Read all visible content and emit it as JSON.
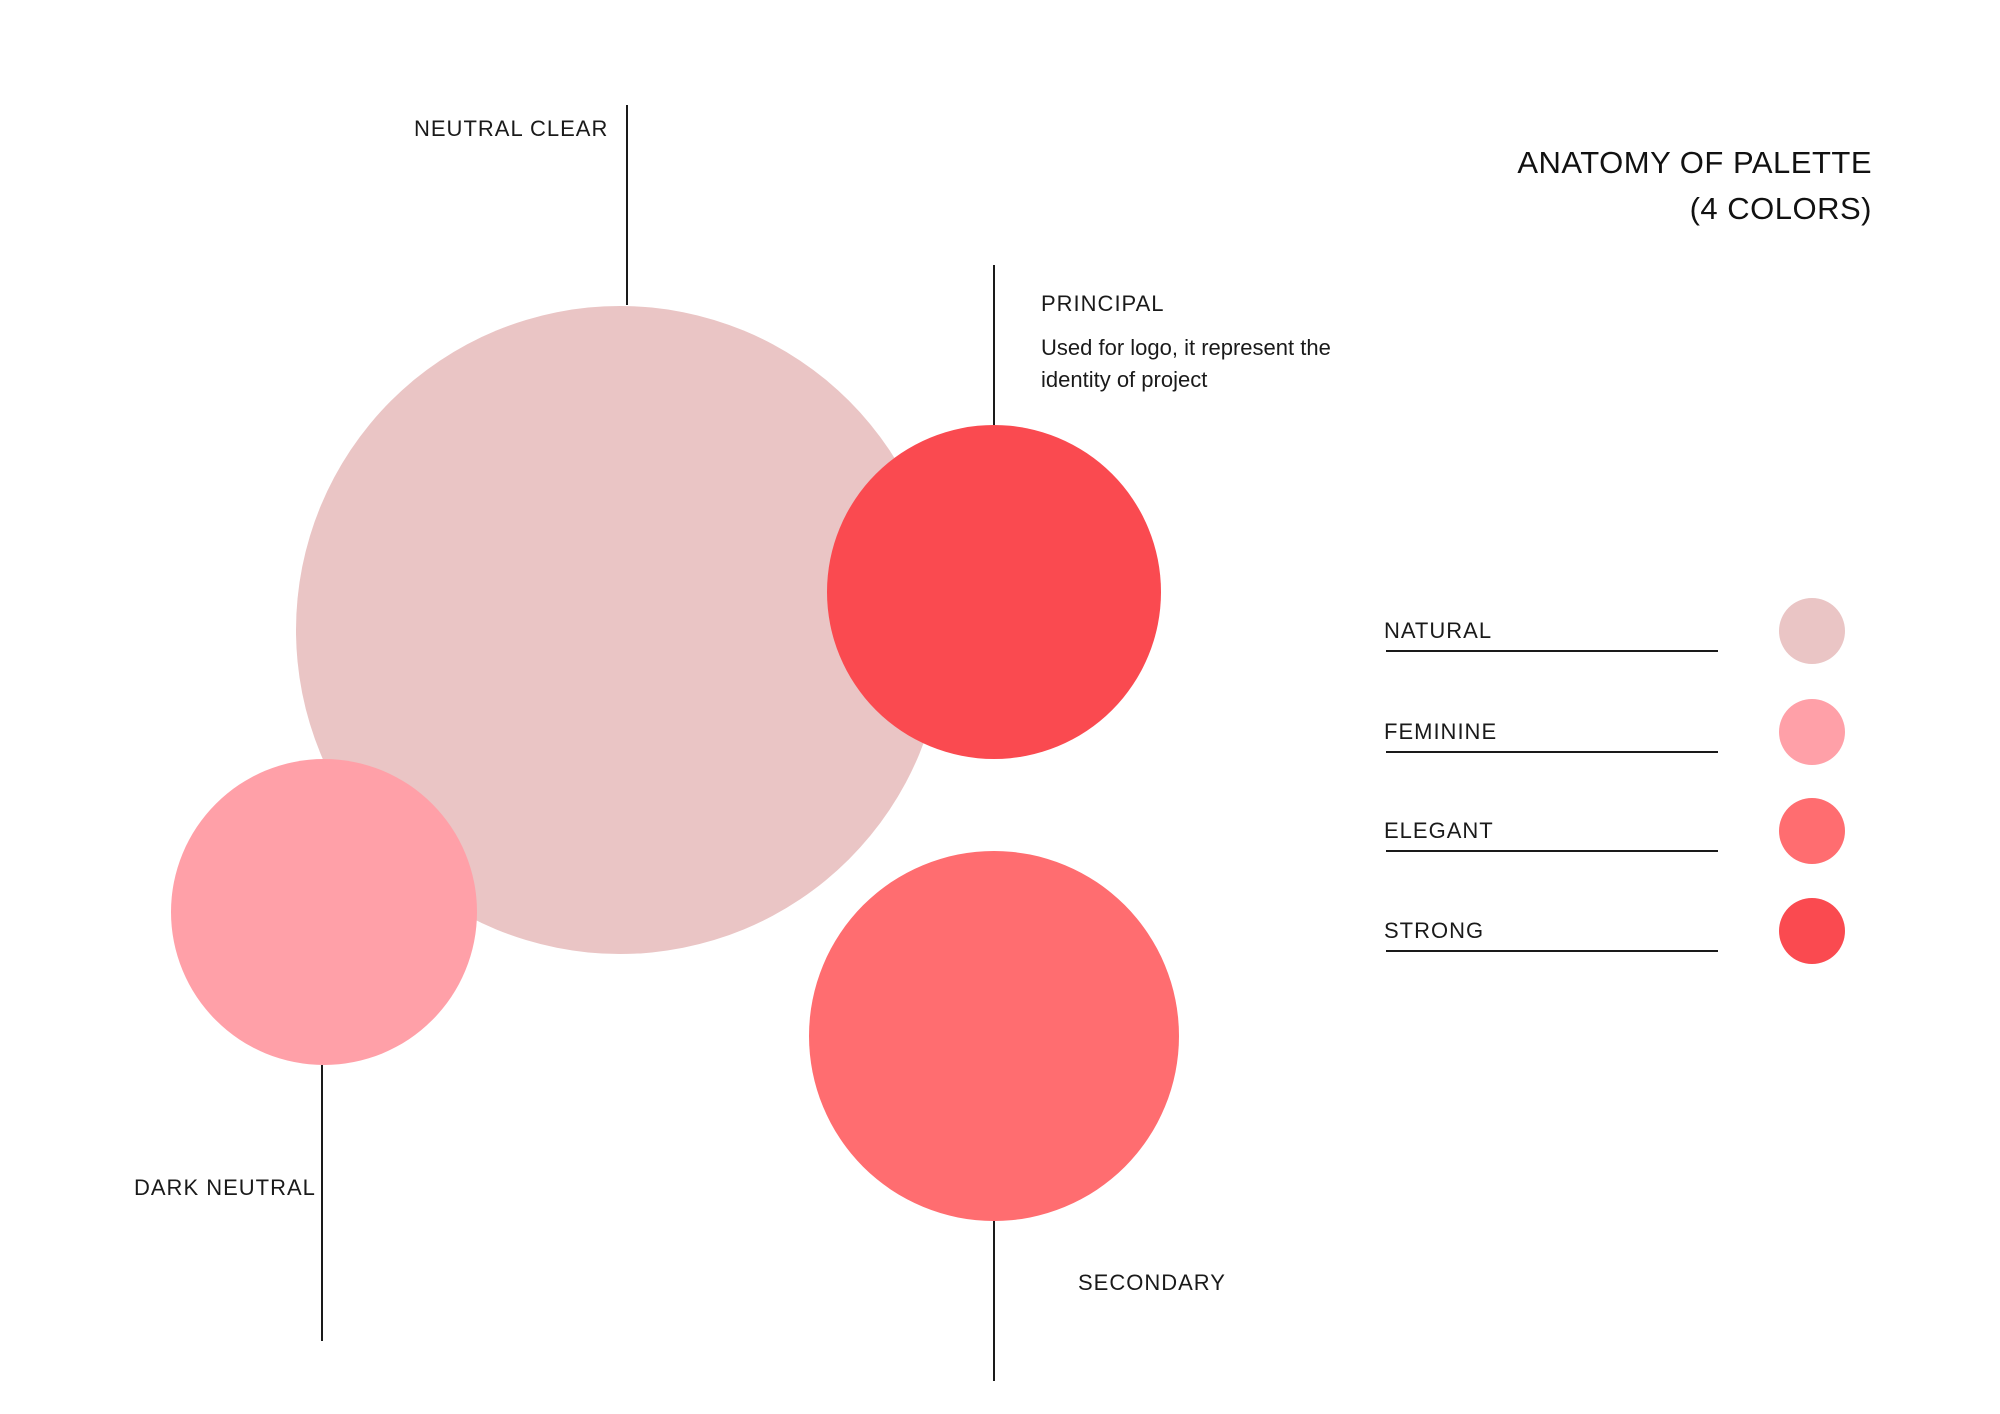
{
  "title": {
    "line1": "ANATOMY OF PALETTE",
    "line2": "(4 COLORS)"
  },
  "palette": {
    "neutral_clear": {
      "label": "NEUTRAL CLEAR",
      "color": "#EAC5C5"
    },
    "principal": {
      "label": "PRINCIPAL",
      "description": "Used for logo, it represent the identity of project",
      "color": "#FA4A50"
    },
    "dark_neutral": {
      "label": "DARK NEUTRAL",
      "color": "#FFA0A8"
    },
    "secondary": {
      "label": "SECONDARY",
      "color": "#FF6D70"
    }
  },
  "legend": {
    "items": [
      {
        "label": "NATURAL",
        "color": "#EAC5C5"
      },
      {
        "label": "FEMININE",
        "color": "#FFA0A8"
      },
      {
        "label": "ELEGANT",
        "color": "#FF6D70"
      },
      {
        "label": "STRONG",
        "color": "#FA4A50"
      }
    ]
  }
}
